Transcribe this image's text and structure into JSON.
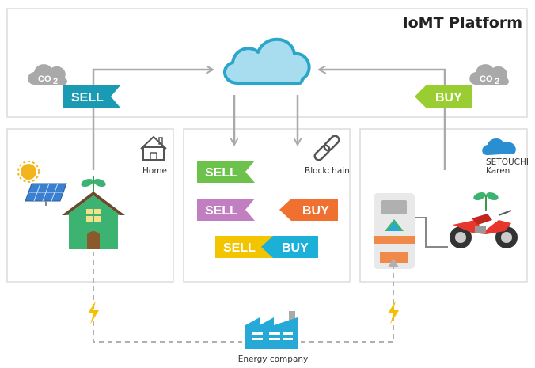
{
  "platform": {
    "title": "IoMT Platform"
  },
  "top_tags": {
    "sell": "SELL",
    "buy": "BUY"
  },
  "co2": {
    "left": "CO",
    "right": "CO",
    "sub": "2"
  },
  "home": {
    "label": "Home"
  },
  "blockchain": {
    "label": "Blockchain",
    "tags": {
      "sell_green": "SELL",
      "sell_purple": "SELL",
      "buy_orange": "BUY",
      "sell_yellow": "SELL",
      "buy_blue": "BUY"
    }
  },
  "karen": {
    "small": "SETOUCHI",
    "name": "Karen"
  },
  "energy": {
    "label": "Energy company"
  },
  "colors": {
    "cloud": "#5bc0de",
    "arrow": "#aaaaaa",
    "sell_teal": "#1a9bb3",
    "buy_lime": "#9acd32",
    "sell_green": "#6cc24a",
    "sell_purple": "#c17fc1",
    "buy_orange": "#f07030",
    "sell_yellow": "#f2c500",
    "buy_blue": "#1ab0d8",
    "house": "#3cb371",
    "roof": "#6b4a2b",
    "factory": "#26a9d6",
    "bolt": "#f5c000"
  },
  "icons": [
    "cloud-icon",
    "co2-cloud-icon",
    "house-icon",
    "home-outline-icon",
    "solar-panel-icon",
    "sun-icon",
    "sprout-icon",
    "chain-link-icon",
    "karen-logo-icon",
    "charging-station-icon",
    "motorcycle-icon",
    "factory-icon",
    "lightning-icon"
  ]
}
